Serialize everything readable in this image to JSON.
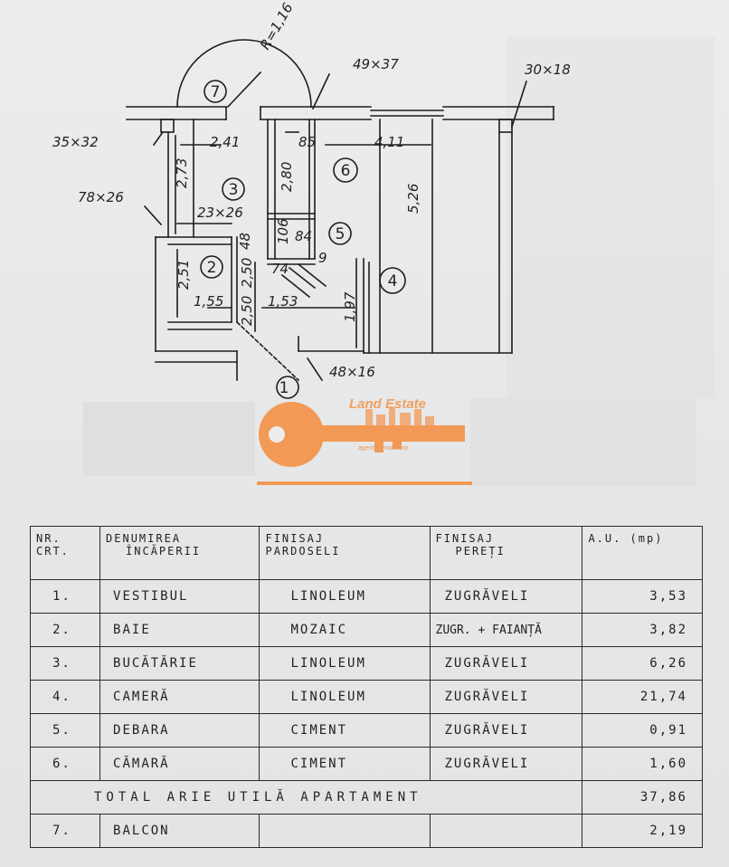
{
  "plan": {
    "dimensions": {
      "radius": "R=1,16",
      "window_top": "49×37",
      "column_right": "30×18",
      "column_left": "35×32",
      "niche_left": "78×26",
      "bottom_opening": "48×16",
      "d_241": "2,41",
      "d_085": "85",
      "d_411": "4,11",
      "d_273": "2,73",
      "d_280": "2,80",
      "d_526": "5,26",
      "d_23x26": "23×26",
      "d_106": "106",
      "d_084": "84",
      "d_048": "48",
      "d_251": "2,51",
      "d_250a": "2,50",
      "d_250b": "2,50",
      "d_074": "74",
      "d_009": "9",
      "d_197": "1,97",
      "d_155": "1,55",
      "d_153": "1,53"
    },
    "rooms": [
      "1",
      "2",
      "3",
      "4",
      "5",
      "6",
      "7"
    ]
  },
  "logo": {
    "title": "Land Estate",
    "subtitle": "agentie imobiliara",
    "color": "#f29a55"
  },
  "table": {
    "headers": {
      "nr": [
        "NR.",
        "CRT."
      ],
      "name": [
        "DENUMIREA",
        "ÎNCĂPERII"
      ],
      "floor": [
        "FINISAJ",
        "PARDOSELI"
      ],
      "walls": [
        "FINISAJ",
        "PEREȚI"
      ],
      "area": "A.U. (mp)"
    },
    "rows": [
      {
        "nr": "1.",
        "name": "VESTIBUL",
        "floor": "LINOLEUM",
        "walls": "ZUGRĂVELI",
        "area": "3,53"
      },
      {
        "nr": "2.",
        "name": "BAIE",
        "floor": "MOZAIC",
        "walls": "ZUGR. + FAIANȚĂ",
        "area": "3,82"
      },
      {
        "nr": "3.",
        "name": "BUCĂTĂRIE",
        "floor": "LINOLEUM",
        "walls": "ZUGRĂVELI",
        "area": "6,26"
      },
      {
        "nr": "4.",
        "name": "CAMERĂ",
        "floor": "LINOLEUM",
        "walls": "ZUGRĂVELI",
        "area": "21,74"
      },
      {
        "nr": "5.",
        "name": "DEBARA",
        "floor": "CIMENT",
        "walls": "ZUGRĂVELI",
        "area": "0,91"
      },
      {
        "nr": "6.",
        "name": "CĂMARĂ",
        "floor": "CIMENT",
        "walls": "ZUGRĂVELI",
        "area": "1,60"
      }
    ],
    "total": {
      "label": "TOTAL ARIE UTILĂ APARTAMENT",
      "area": "37,86"
    },
    "balcony": {
      "nr": "7.",
      "name": "BALCON",
      "area": "2,19"
    }
  }
}
